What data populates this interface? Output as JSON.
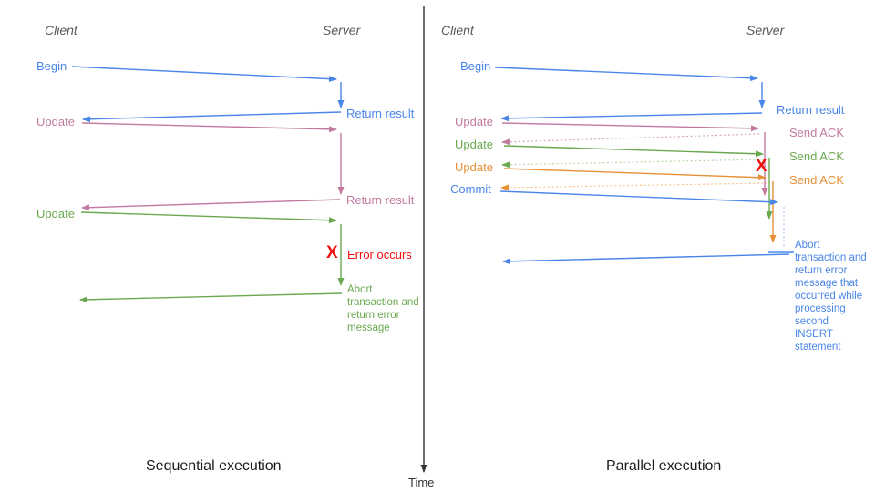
{
  "colors": {
    "blue": "#4a86e8",
    "pink": "#c27ba0",
    "green": "#6aa84f",
    "orange": "#e69138",
    "red": "#f00d0d",
    "blue_light": "#a4c2f4",
    "pink_light": "#d5a6bd",
    "green_light": "#b6d7a8",
    "orange_light": "#f6c28b",
    "axis": "#333333",
    "header": "#595959",
    "caption": "#1a1a1a"
  },
  "time_axis": {
    "label": "Time"
  },
  "left": {
    "caption": "Sequential execution",
    "client_header": "Client",
    "server_header": "Server",
    "labels": {
      "begin": "Begin",
      "return_result_1": "Return result",
      "update_1": "Update",
      "return_result_2": "Return result",
      "update_2": "Update",
      "error_mark": "X",
      "error": "Error occurs",
      "abort": "Abort transaction and return error message"
    }
  },
  "right": {
    "caption": "Parallel execution",
    "client_header": "Client",
    "server_header": "Server",
    "labels": {
      "begin": "Begin",
      "return_result": "Return result",
      "update_1": "Update",
      "send_ack_1": "Send ACK",
      "update_2": "Update",
      "send_ack_2": "Send ACK",
      "update_3": "Update",
      "send_ack_3": "Send ACK",
      "commit": "Commit",
      "error_mark": "X",
      "abort": "Abort transaction and return error message that occurred while processing second INSERT statement"
    }
  }
}
